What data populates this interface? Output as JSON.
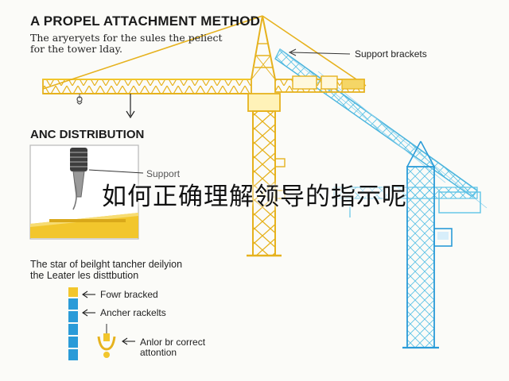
{
  "title": "A PROPEL ATTACHMENT METHOD",
  "intro_line1": "The aryeryets for the sules the peliect",
  "intro_line2": "for the tower lday.",
  "support_brackets_label": "Support brackets",
  "section2_title": "ANC DISTRIBUTION",
  "support_label": "Support",
  "overlay_text": "如何正确理解领导的指示呢",
  "caption_line1": "The star of beilght tancher deilyion",
  "caption_line2": "the Leater les disttbution",
  "legend": {
    "item1": "Fowr bracked",
    "item2": "Ancher rackelts",
    "item3_line1": "Anlor br correct",
    "item3_line2": "attontion"
  },
  "colors": {
    "crane_yellow": "#f2c62c",
    "crane_blue": "#5ec3e6",
    "tower_blue": "#2a9bd8",
    "background": "#fbfbf8"
  }
}
